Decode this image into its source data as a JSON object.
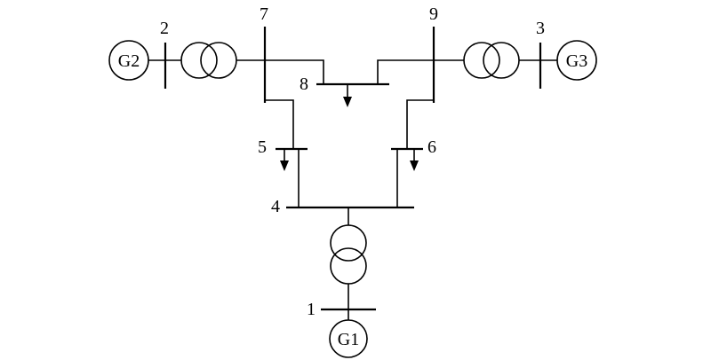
{
  "buses": {
    "b1": "1",
    "b2": "2",
    "b3": "3",
    "b4": "4",
    "b5": "5",
    "b6": "6",
    "b7": "7",
    "b8": "8",
    "b9": "9"
  },
  "generators": {
    "g1": "G1",
    "g2": "G2",
    "g3": "G3"
  }
}
